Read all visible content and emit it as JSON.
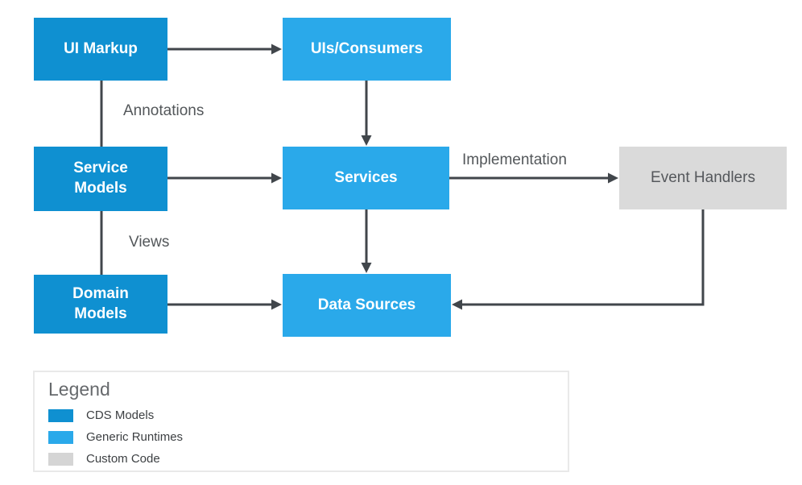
{
  "diagram": {
    "nodes": {
      "ui_markup": {
        "label": "UI Markup",
        "type": "cds-model"
      },
      "uis_consumers": {
        "label": "UIs/Consumers",
        "type": "generic-runtime"
      },
      "service_models": {
        "label": "Service\nModels",
        "type": "cds-model"
      },
      "services": {
        "label": "Services",
        "type": "generic-runtime"
      },
      "event_handlers": {
        "label": "Event Handlers",
        "type": "custom-code"
      },
      "domain_models": {
        "label": "Domain\nModels",
        "type": "cds-model"
      },
      "data_sources": {
        "label": "Data Sources",
        "type": "generic-runtime"
      }
    },
    "edge_labels": {
      "annotations": "Annotations",
      "views": "Views",
      "implementation": "Implementation"
    },
    "colors": {
      "cds_models": "#0F90D1",
      "generic_runtimes": "#2AA9EA",
      "custom_code": "#DADADA",
      "arrow": "#41464B"
    }
  },
  "legend": {
    "title": "Legend",
    "items": [
      {
        "label": "CDS Models",
        "color": "#0F90D1"
      },
      {
        "label": "Generic Runtimes",
        "color": "#2AA9EA"
      },
      {
        "label": "Custom Code",
        "color": "#D5D5D5"
      }
    ]
  }
}
